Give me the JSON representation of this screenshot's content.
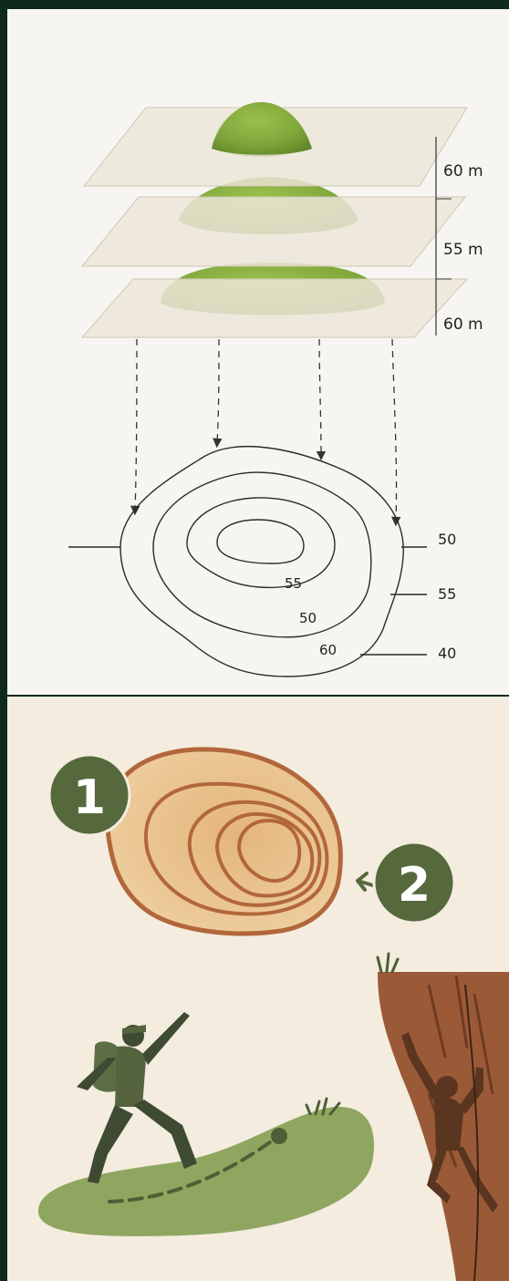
{
  "diagram": {
    "layer_heights": [
      "60 m",
      "55 m",
      "60 m"
    ],
    "contour_labels_inner": [
      "55",
      "50",
      "60"
    ],
    "contour_labels_side": [
      "50",
      "55",
      "40"
    ]
  },
  "badges": {
    "one": "1",
    "two": "2"
  },
  "colors": {
    "frame": "#0d2a1c",
    "hill_green": "#7fa63a",
    "badge_green": "#56693c",
    "contour_brown": "#b2673a",
    "meadow": "#8fa660",
    "cliff": "#9b5a37"
  }
}
